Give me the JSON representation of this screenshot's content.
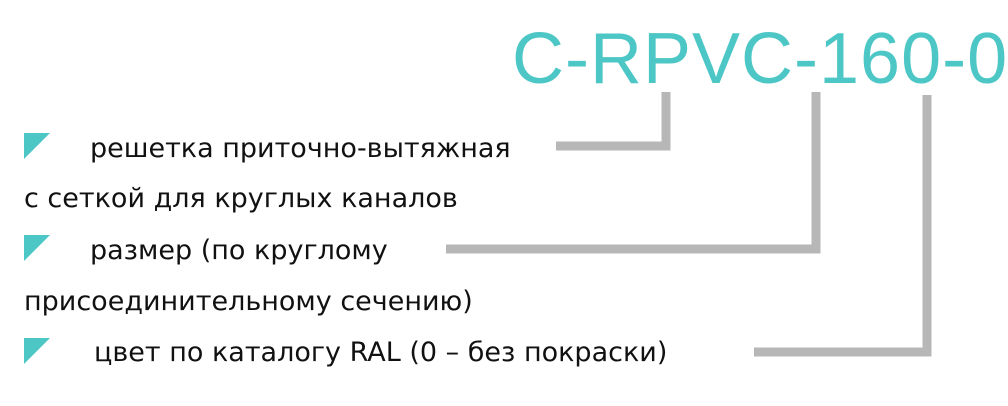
{
  "code_label": "C-RPVC-160-0",
  "colors": {
    "accent": "#4dc6c6",
    "connector": "#b7b7b7",
    "text": "#111111"
  },
  "legend": {
    "marker_icon": "teal-triangle-icon",
    "items": [
      {
        "lines": [
          "решетка приточно-вытяжная",
          "с сеткой для круглых каналов"
        ]
      },
      {
        "lines": [
          "размер (по круглому",
          "присоединительному сечению)"
        ]
      },
      {
        "lines": [
          "цвет по каталогу RAL (0 – без покраски)"
        ]
      }
    ]
  }
}
